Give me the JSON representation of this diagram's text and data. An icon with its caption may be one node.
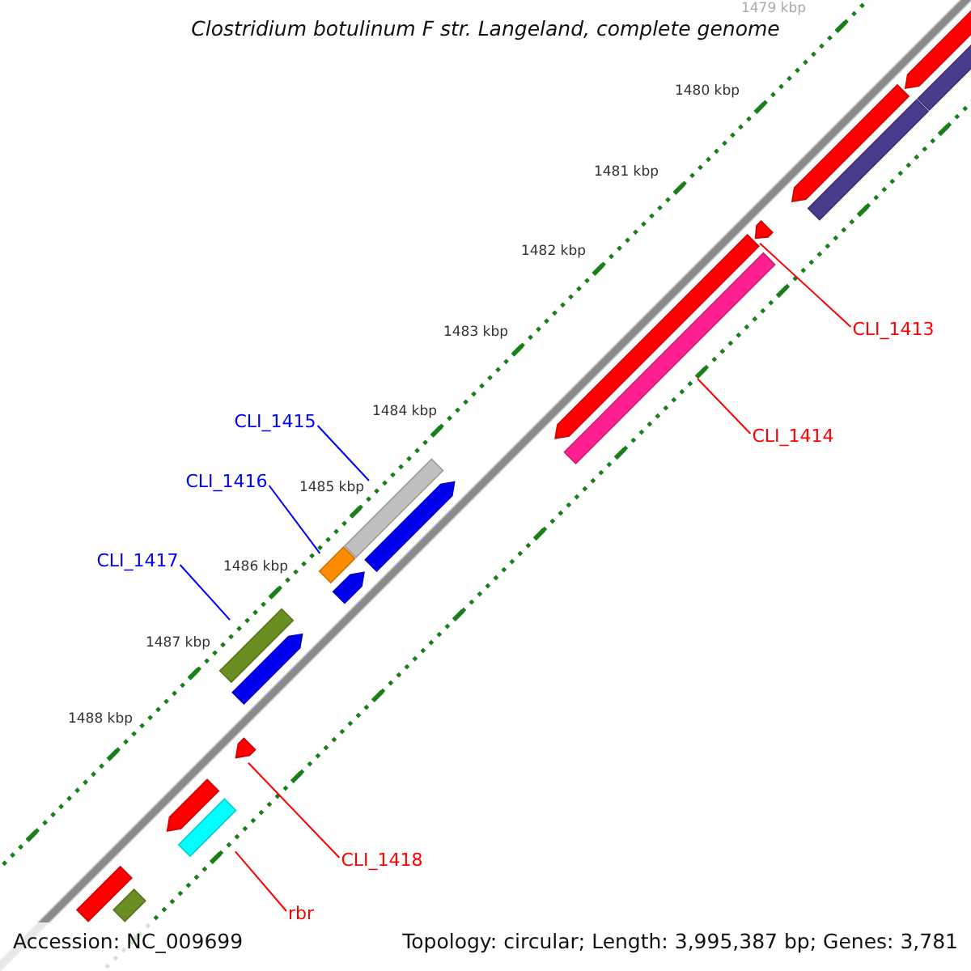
{
  "diagram": {
    "title": "Clostridium botulinum F str. Langeland, complete genome",
    "nodes": [
      {
        "text": [
          "CLI_1413"
        ]
      },
      {
        "text": [
          "CLI_1415"
        ]
      },
      {
        "text": [
          "CLI_1414"
        ]
      },
      {
        "text": [
          "CLI_1416"
        ]
      },
      {
        "text": [
          "CLI_1417"
        ]
      },
      {
        "text": [
          "CLI_1418"
        ]
      },
      {
        "text": [
          "rbr"
        ]
      },
      {
        "text": [],
        "shape": "arrow"
      },
      {
        "text": [],
        "shape": "bar"
      },
      {
        "text": [],
        "shape": "arrow"
      },
      {
        "text": [],
        "shape": "bar"
      },
      {
        "text": [],
        "shape": "arrow"
      },
      {
        "text": [],
        "shape": "arrow"
      },
      {
        "text": [],
        "shape": "bar"
      },
      {
        "text": [],
        "shape": "bar"
      },
      {
        "text": [],
        "shape": "arrow"
      },
      {
        "text": [],
        "shape": "bar"
      },
      {
        "text": [],
        "shape": "arrow"
      },
      {
        "text": [],
        "shape": "bar"
      },
      {
        "text": [],
        "shape": "arrow"
      },
      {
        "text": [],
        "shape": "arrow"
      },
      {
        "text": [],
        "shape": "arrow"
      },
      {
        "text": [],
        "shape": "bar"
      },
      {
        "text": [],
        "shape": "bar"
      },
      {
        "text": [],
        "shape": "bar"
      }
    ],
    "edges": [
      {
        "from": 0,
        "to": 11,
        "arrow": "none"
      },
      {
        "from": 1,
        "to": 14,
        "arrow": "none",
        "color": "#0000ff"
      },
      {
        "from": 2,
        "to": 13,
        "arrow": "none"
      },
      {
        "from": 3,
        "to": 16,
        "arrow": "none",
        "color": "#0000ff"
      },
      {
        "from": 4,
        "to": 18,
        "arrow": "none",
        "color": "#0000ff"
      },
      {
        "from": 5,
        "to": 20,
        "arrow": "none"
      },
      {
        "from": 6,
        "to": 22,
        "arrow": "none"
      }
    ],
    "labels": [
      "1479 kbp",
      "1480 kbp",
      "1481 kbp",
      "1482 kbp",
      "1483 kbp",
      "1484 kbp",
      "1485 kbp",
      "1486 kbp",
      "1487 kbp",
      "1488 kbp",
      "Accession: NC_009699",
      "Topology: circular; Length: 3,995,387 bp; Genes: 3,781"
    ]
  }
}
